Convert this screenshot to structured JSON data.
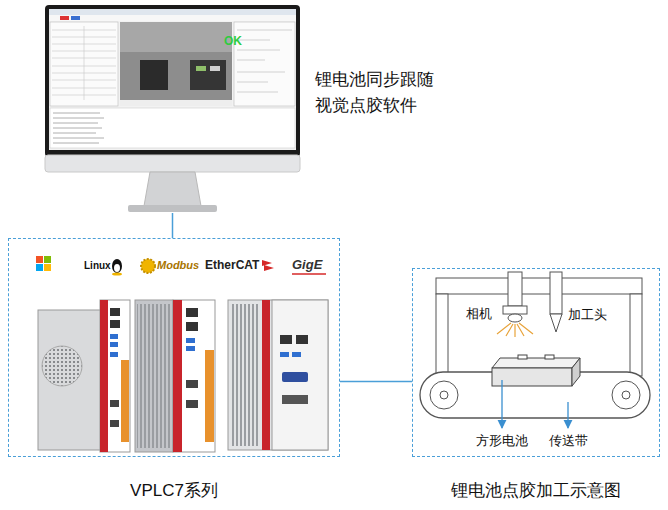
{
  "diagram": {
    "nodes": [
      {
        "text": [
          "锂电池同步跟随 视觉点胶软件"
        ]
      },
      {
        "text": [
          "VPLC7系列"
        ]
      },
      {
        "text": [
          "锂电池点胶加工示意图"
        ]
      }
    ],
    "edges": [
      {
        "from": 0,
        "to": 1,
        "arrow": "none"
      },
      {
        "from": 1,
        "to": 2,
        "arrow": "none"
      }
    ],
    "labels": [
      "OK",
      "Linux",
      "Modbus",
      "EtherCAT",
      "GigE",
      "相机",
      "加工头",
      "方形电池",
      "传送带"
    ]
  }
}
